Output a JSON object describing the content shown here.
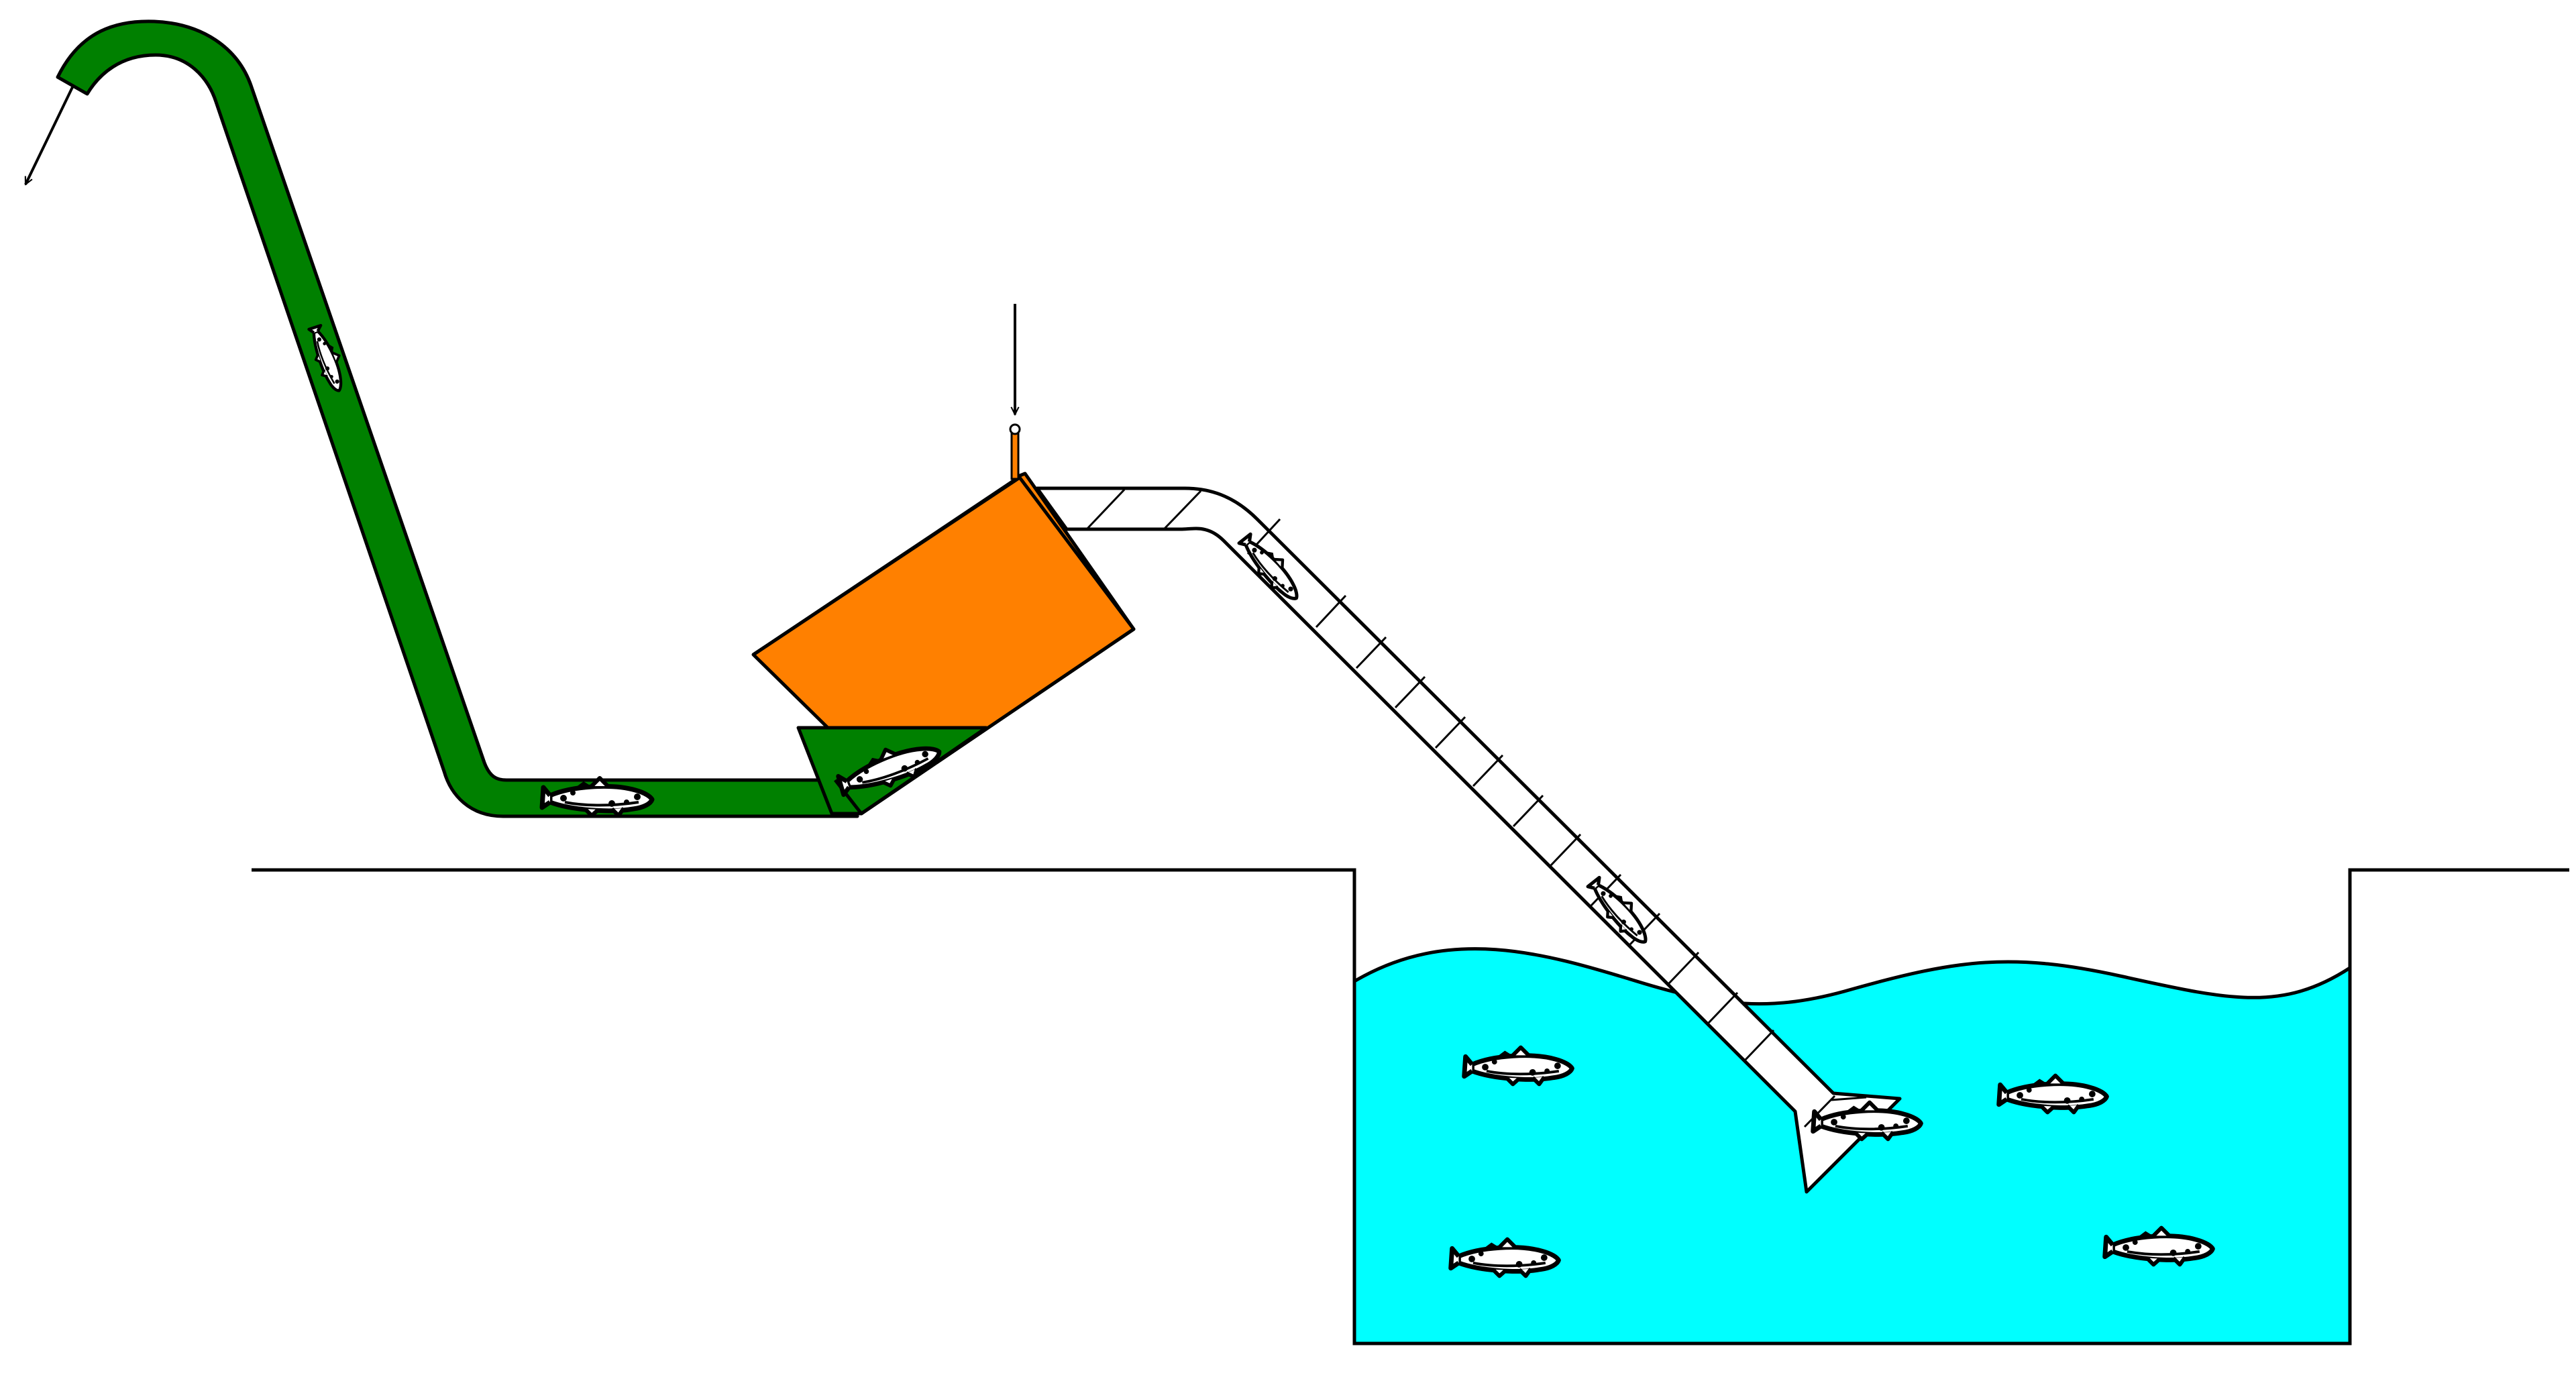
{
  "diagram": {
    "kind": "fish-transfer-system",
    "labels": [],
    "colors": {
      "background": "#ffffff",
      "outline": "#000000",
      "intake_pipe": "#008000",
      "transfer_chamber": "#ff8000",
      "chamber_water": "#008000",
      "discharge_pipe": "#ffffff",
      "pool_water": "#00ffff",
      "fish_fill": "#ffffff"
    },
    "icons": {
      "fish": "fish-icon",
      "inlet_arrow": "arrow-down-icon",
      "outlet_arrow": "arrow-down-left-icon"
    },
    "fish_count": {
      "in_intake_pipe": 2,
      "in_chamber": 1,
      "in_discharge_pipe": 3,
      "in_pool": 4
    }
  }
}
